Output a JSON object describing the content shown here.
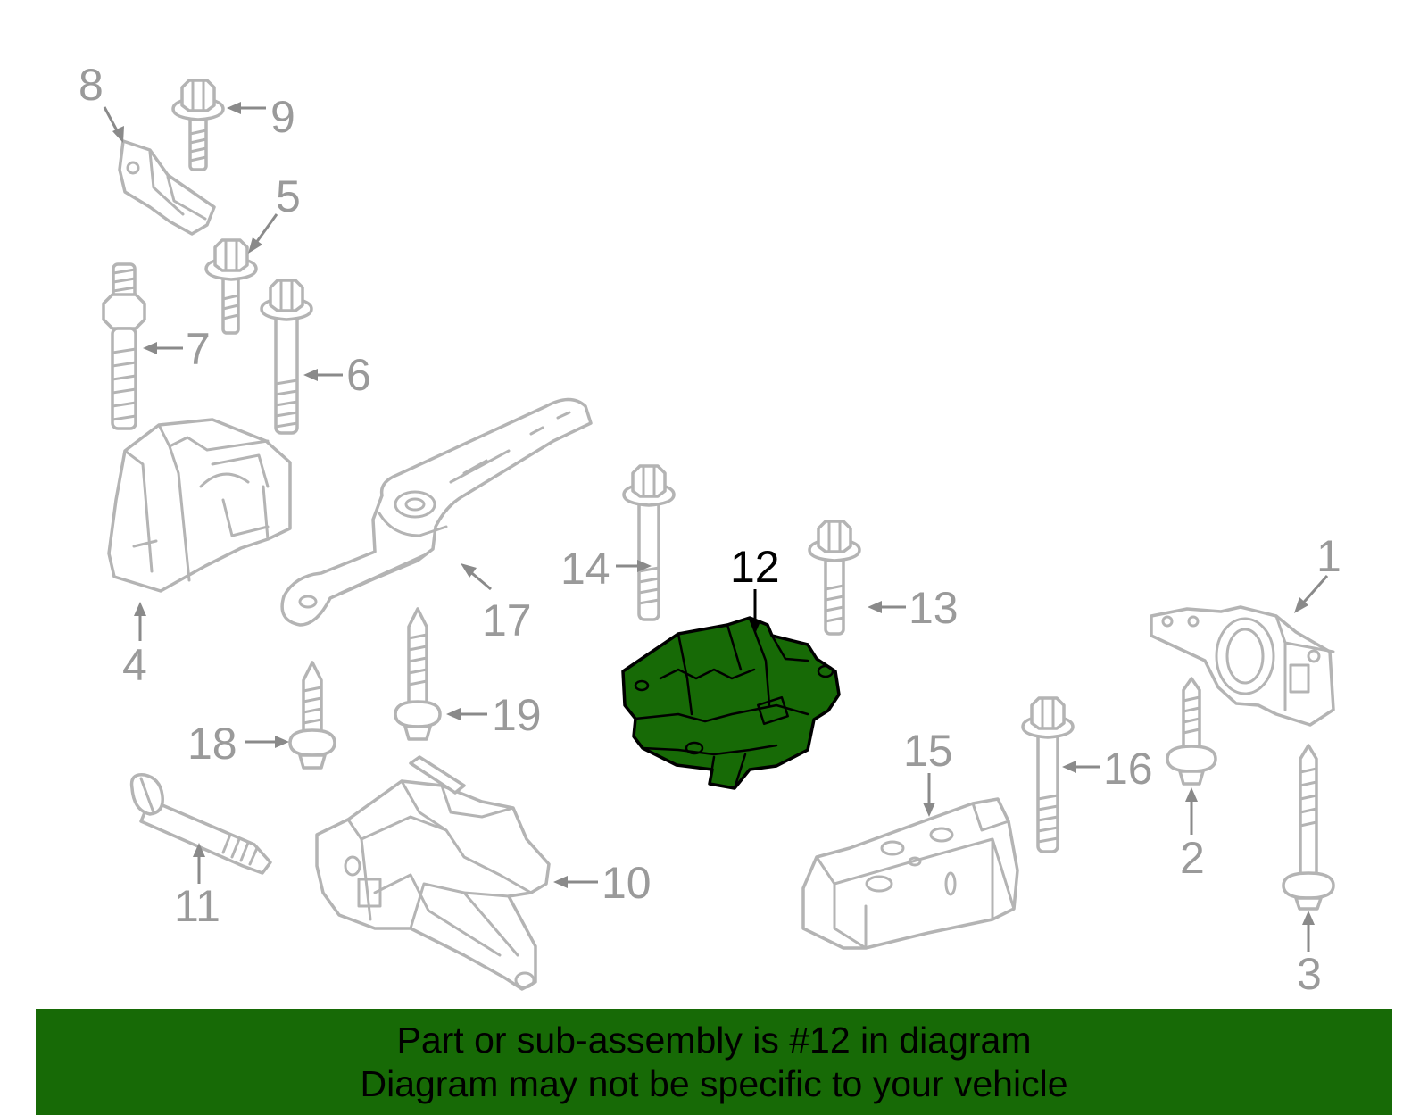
{
  "diagram": {
    "highlighted_part": "12",
    "highlight_color": "#176a06",
    "callouts": [
      "1",
      "2",
      "3",
      "4",
      "5",
      "6",
      "7",
      "8",
      "9",
      "10",
      "11",
      "12",
      "13",
      "14",
      "15",
      "16",
      "17",
      "18",
      "19"
    ]
  },
  "banner": {
    "line1": "Part or sub-assembly is #12 in diagram",
    "line2": "Diagram may not be specific to your vehicle",
    "background": "#176a06"
  }
}
